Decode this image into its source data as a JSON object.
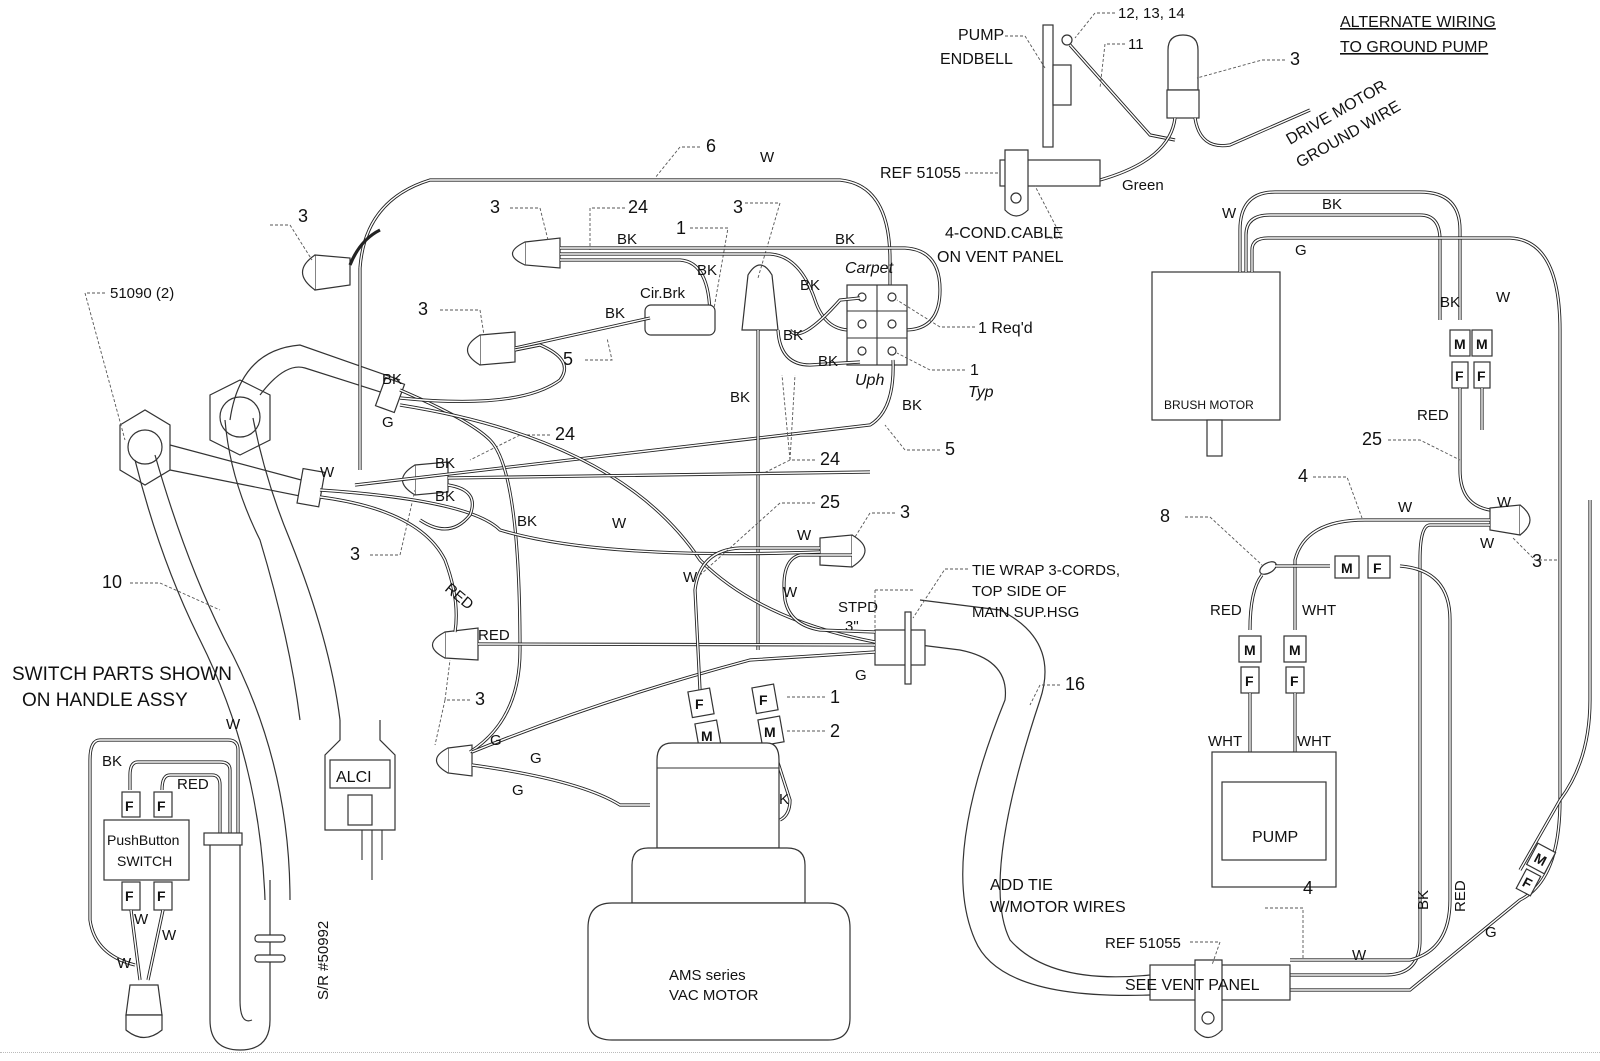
{
  "title": "ALTERNATE WIRING TO GROUND PUMP",
  "components": {
    "vac_motor": "AMS series\nVAC MOTOR",
    "vac_motor_line1": "AMS series",
    "vac_motor_line2": "VAC MOTOR",
    "brush_motor": "BRUSH MOTOR",
    "pump": "PUMP",
    "pushbutton_switch_line1": "PushButton",
    "pushbutton_switch_line2": "SWITCH",
    "alci": "ALCI",
    "circuit_breaker": "Cir.Brk",
    "switch_carpet": "Carpet",
    "switch_uph": "Uph",
    "vent_panel": "SEE VENT PANEL"
  },
  "notes": {
    "alternate_line1": "ALTERNATE WIRING",
    "alternate_line2": "TO GROUND PUMP",
    "pump_endbell_line1": "PUMP",
    "pump_endbell_line2": "ENDBELL",
    "drive_motor_line1": "DRIVE MOTOR",
    "drive_motor_line2": "GROUND WIRE",
    "ref_top": "REF 51055",
    "ref_bottom": "REF 51055",
    "cable_line1": "4-COND.CABLE",
    "cable_line2": "ON VENT PANEL",
    "green": "Green",
    "switch_parts_line1": "SWITCH PARTS SHOWN",
    "switch_parts_line2": "ON HANDLE ASSY",
    "tie_wrap_line1": "TIE WRAP 3-CORDS,",
    "tie_wrap_line2": "TOP SIDE OF",
    "tie_wrap_line3": "MAIN SUP.HSG",
    "stpd_line1": "STPD",
    "stpd_line2": "3\"",
    "add_tie_line1": "ADD TIE",
    "add_tie_line2": "W/MOTOR WIRES",
    "sr": "S/R #50992",
    "req_d": "1 Req'd",
    "typ_num": "1",
    "typ": "Typ",
    "nut_ref": "51090 (2)"
  },
  "callouts": {
    "c_12_13_14": "12, 13, 14",
    "c_11": "11",
    "c_3_top": "3",
    "c_6": "6",
    "c_24_top": "24",
    "c_1_top": "1",
    "c_3_a": "3",
    "c_3_b": "3",
    "c_3_c": "3",
    "c_3_d": "3",
    "c_5_a": "5",
    "c_5_b": "5",
    "c_24_mid": "24",
    "c_24_right": "24",
    "c_3_e": "3",
    "c_25_mid": "25",
    "c_3_f": "3",
    "c_10": "10",
    "c_3_g": "3",
    "c_1_conn": "1",
    "c_2_conn": "2",
    "c_16": "16",
    "c_8": "8",
    "c_4": "4",
    "c_25_right": "25",
    "c_3_right": "3",
    "c_4_bottom": "4"
  },
  "wire_colors": {
    "W": "W",
    "BK": "BK",
    "G": "G",
    "RED": "RED",
    "WHT": "WHT"
  },
  "connectors": {
    "F": "F",
    "M": "M"
  }
}
